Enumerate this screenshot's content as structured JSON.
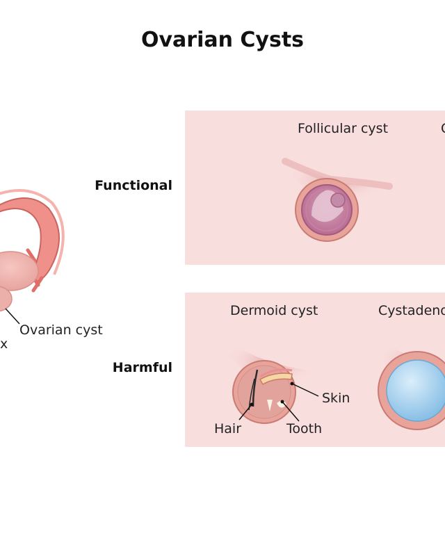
{
  "title": "Ovarian Cysts",
  "rows": {
    "functional": "Functional",
    "harmful": "Harmful"
  },
  "cysts": {
    "follicular": "Follicular cyst",
    "corpus_partial": "C",
    "dermoid": "Dermoid cyst",
    "cystadenoma_partial": "Cystadeno"
  },
  "dermoid_labels": {
    "skin": "Skin",
    "hair": "Hair",
    "tooth": "Tooth"
  },
  "uterus_labels": {
    "ovarian_cyst": "Ovarian cyst",
    "cervix_partial": "x"
  },
  "colors": {
    "panel_bg": "#f9dede",
    "tissue": "#e9a79e",
    "tissue_dark": "#c9746d",
    "tube": "#f08f8a",
    "cystadenoma": "#a9d3ef"
  }
}
